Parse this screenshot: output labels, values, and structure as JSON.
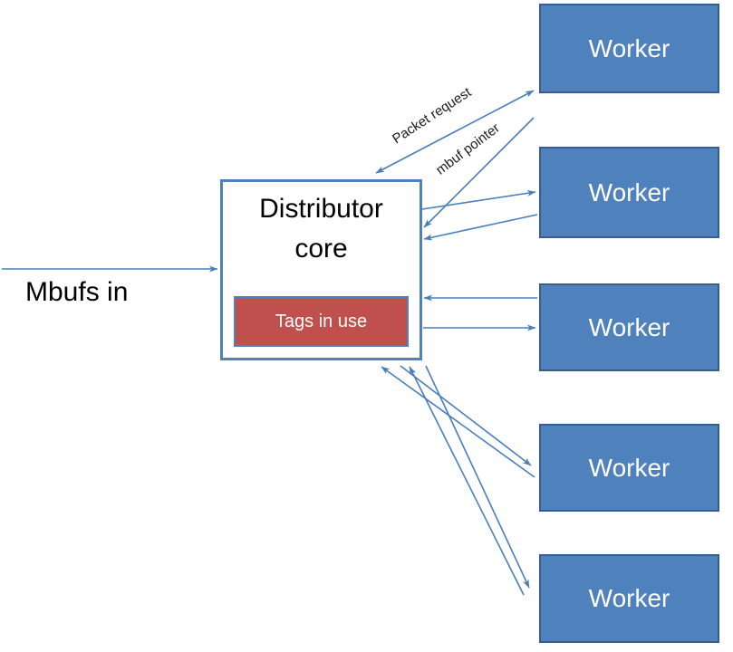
{
  "diagram": {
    "input": {
      "label": "Mbufs in"
    },
    "distributor": {
      "title_line1": "Distributor",
      "title_line2": "core",
      "tags_label": "Tags in use"
    },
    "workers": [
      {
        "label": "Worker"
      },
      {
        "label": "Worker"
      },
      {
        "label": "Worker"
      },
      {
        "label": "Worker"
      },
      {
        "label": "Worker"
      }
    ],
    "arrows": {
      "packet_request_label": "Packet request",
      "mbuf_pointer_label": "mbuf pointer"
    },
    "colors": {
      "worker_fill": "#4f81bd",
      "worker_border": "#385d8a",
      "distributor_border": "#4f81bd",
      "tags_fill": "#c0504d",
      "tags_border": "#4f81bd",
      "arrow_color": "#4a7ebb",
      "text_dark": "#000000",
      "text_light": "#ffffff"
    }
  }
}
